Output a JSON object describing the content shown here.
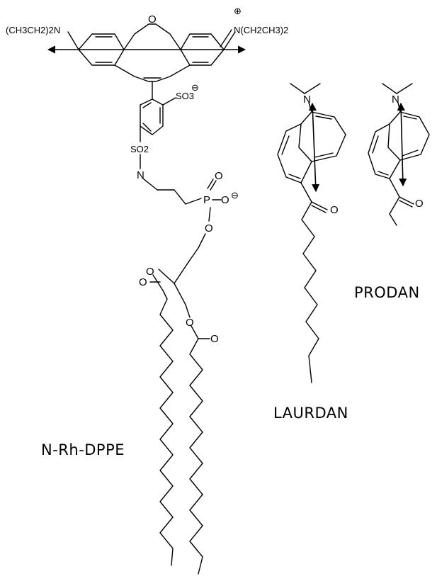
{
  "labels": {
    "rh_left_amine": "(CH3CH2)2N",
    "rh_right_amine": "N(CH2CH3)2",
    "plus_sign": "⊕",
    "minus_sign": "⊖",
    "ring_oxygen": "O",
    "sulfonate": "SO3",
    "sulfonyl": "SO2",
    "sulfonamide_n": "N",
    "phosphorus": "P",
    "ester_o": "O",
    "laurdan_n": "N",
    "laurdan_o": "O",
    "prodan_n": "N",
    "prodan_o": "O"
  },
  "compounds": {
    "rhodamine_lipid": "N-Rh-DPPE",
    "laurdan": "LAURDAN",
    "prodan": "PRODAN"
  }
}
